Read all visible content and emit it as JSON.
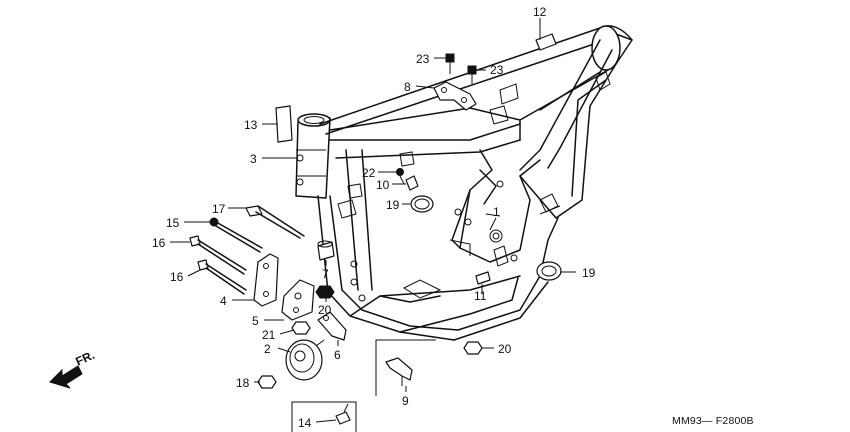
{
  "diagram": {
    "part_numbers": {
      "p1": "1",
      "p2": "2",
      "p3": "3",
      "p4": "4",
      "p5": "5",
      "p6": "6",
      "p7": "7",
      "p8": "8",
      "p9": "9",
      "p10": "10",
      "p11": "11",
      "p12": "12",
      "p13": "13",
      "p14": "14",
      "p15": "15",
      "p16": "16",
      "p17": "17",
      "p18": "18",
      "p19": "19",
      "p20": "20",
      "p21": "21",
      "p22": "22",
      "p23": "23"
    },
    "direction_label": "FR.",
    "figure_code": "MM93— F2800B"
  }
}
